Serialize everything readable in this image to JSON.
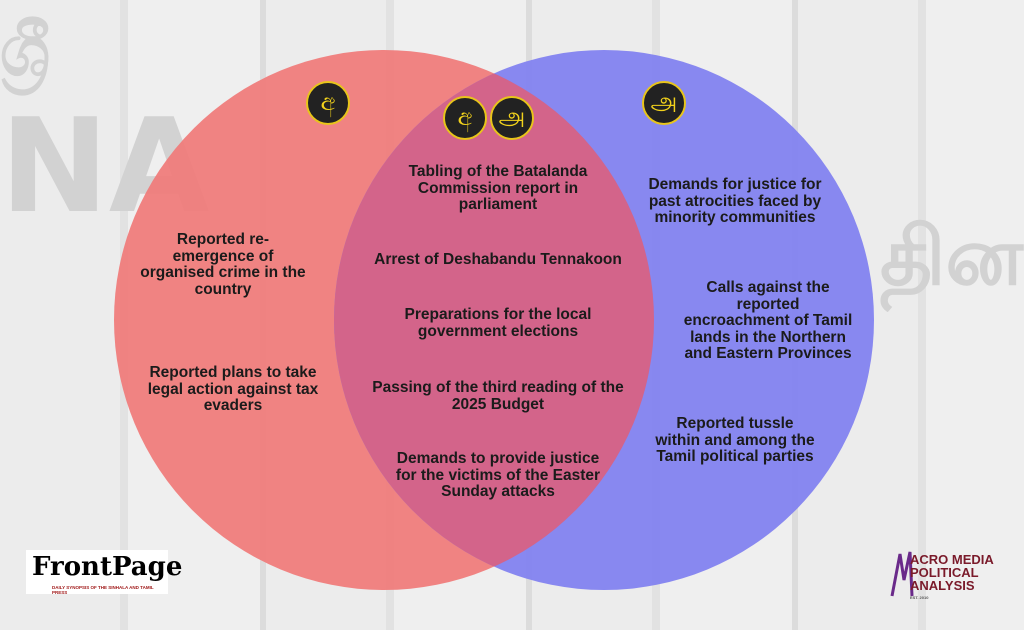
{
  "badges": {
    "sinhala": "අ",
    "tamil": "அ"
  },
  "colors": {
    "left": "#f07a78",
    "right": "#7f7ff0",
    "overlap": "#d3648a",
    "badge_border": "#e8c51a"
  },
  "left": [
    "Reported re-emergence of organised crime in the country",
    "Reported plans to take legal action against tax evaders"
  ],
  "center": [
    "Tabling of the Batalanda Commission report in parliament",
    "Arrest of Deshabandu Tennakoon",
    "Preparations for the local government elections",
    "Passing of the third reading of the 2025 Budget",
    "Demands to provide justice for the victims of the Easter Sunday attacks"
  ],
  "right": [
    "Demands for justice for past atrocities faced by minority communities",
    "Calls against the reported encroachment of Tamil lands in the Northern and Eastern Provinces",
    "Reported tussle within and among the Tamil political parties"
  ],
  "logos": {
    "frontpage": "FrontPage",
    "frontpage_sub": "DAILY SYNOPSIS OF THE SINHALA AND TAMIL PRESS",
    "acro1": "ACRO MEDIA",
    "acro2": "POLITICAL",
    "acro3": "ANALYSIS",
    "acro_est": "EST. 2010"
  }
}
